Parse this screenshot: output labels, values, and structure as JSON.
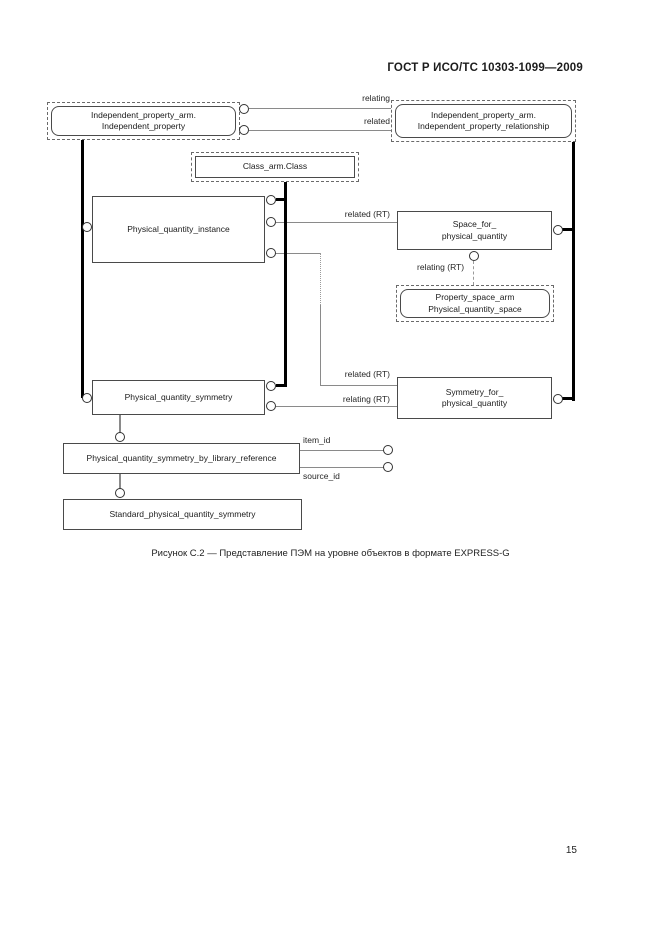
{
  "header": {
    "title": "ГОСТ Р ИСО/ТС 10303-1099—2009"
  },
  "page_number": "15",
  "caption": "Рисунок С.2 — Представление ПЭМ на уровне объектов в формате EXPRESS-G",
  "colors": {
    "ink": "#1b1b1b",
    "box_border": "#4a4a4a",
    "thin_line": "#8a8a8a",
    "thick_line": "#000000"
  },
  "diagram": {
    "boxes": {
      "independent_property": {
        "line1": "Independent_property_arm.",
        "line2": "Independent_property"
      },
      "independent_property_relationship": {
        "line1": "Independent_property_arm.",
        "line2": "Independent_property_relationship"
      },
      "class": {
        "line1": "Class_arm.Class"
      },
      "physical_quantity_instance": {
        "line1": "Physical_quantity_instance"
      },
      "space_for_physical_quantity": {
        "line1": "Space_for_",
        "line2": "physical_quantity"
      },
      "property_space": {
        "line1": "Property_space_arm",
        "line2": "Physical_quantity_space"
      },
      "physical_quantity_symmetry": {
        "line1": "Physical_quantity_symmetry"
      },
      "symmetry_for_physical_quantity": {
        "line1": "Symmetry_for_",
        "line2": "physical_quantity"
      },
      "library_reference": {
        "line1": "Physical_quantity_symmetry_by_library_reference"
      },
      "standard": {
        "line1": "Standard_physical_quantity_symmetry"
      }
    },
    "labels": {
      "relating": "relating",
      "related": "related",
      "related_rt_top": "related (RT)",
      "relating_rt_mid": "relating (RT)",
      "related_rt_bottom": "related (RT)",
      "relating_rt_bottom": "relating (RT)",
      "item_id": "item_id",
      "source_id": "source_id"
    }
  }
}
